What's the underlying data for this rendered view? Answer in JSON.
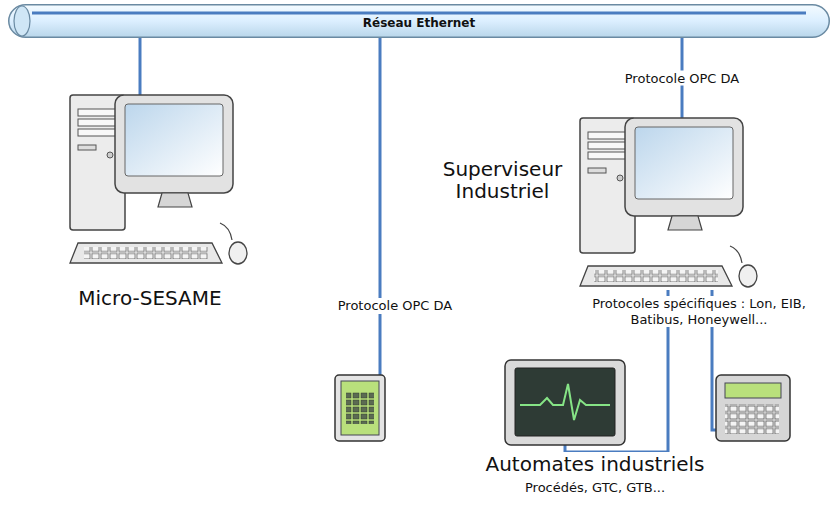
{
  "diagram": {
    "nodes": [
      {
        "text": [
          "Réseau Ethernet"
        ]
      },
      {
        "text": [
          "Micro-SESAME"
        ]
      },
      {
        "text": [
          "Superviseur Industriel"
        ]
      }
    ],
    "edges": [
      {
        "from": 0,
        "to": 1,
        "arrow": "none"
      },
      {
        "from": 0,
        "to": 2,
        "label": "Protocole OPC DA",
        "arrow": "none"
      }
    ],
    "labels": [
      "Protocole OPC DA",
      "Protocoles spécifiques : Lon, EIB, Batibus, Honeywell...",
      "Automates industriels",
      "Procédés, GTC, GTB..."
    ]
  }
}
